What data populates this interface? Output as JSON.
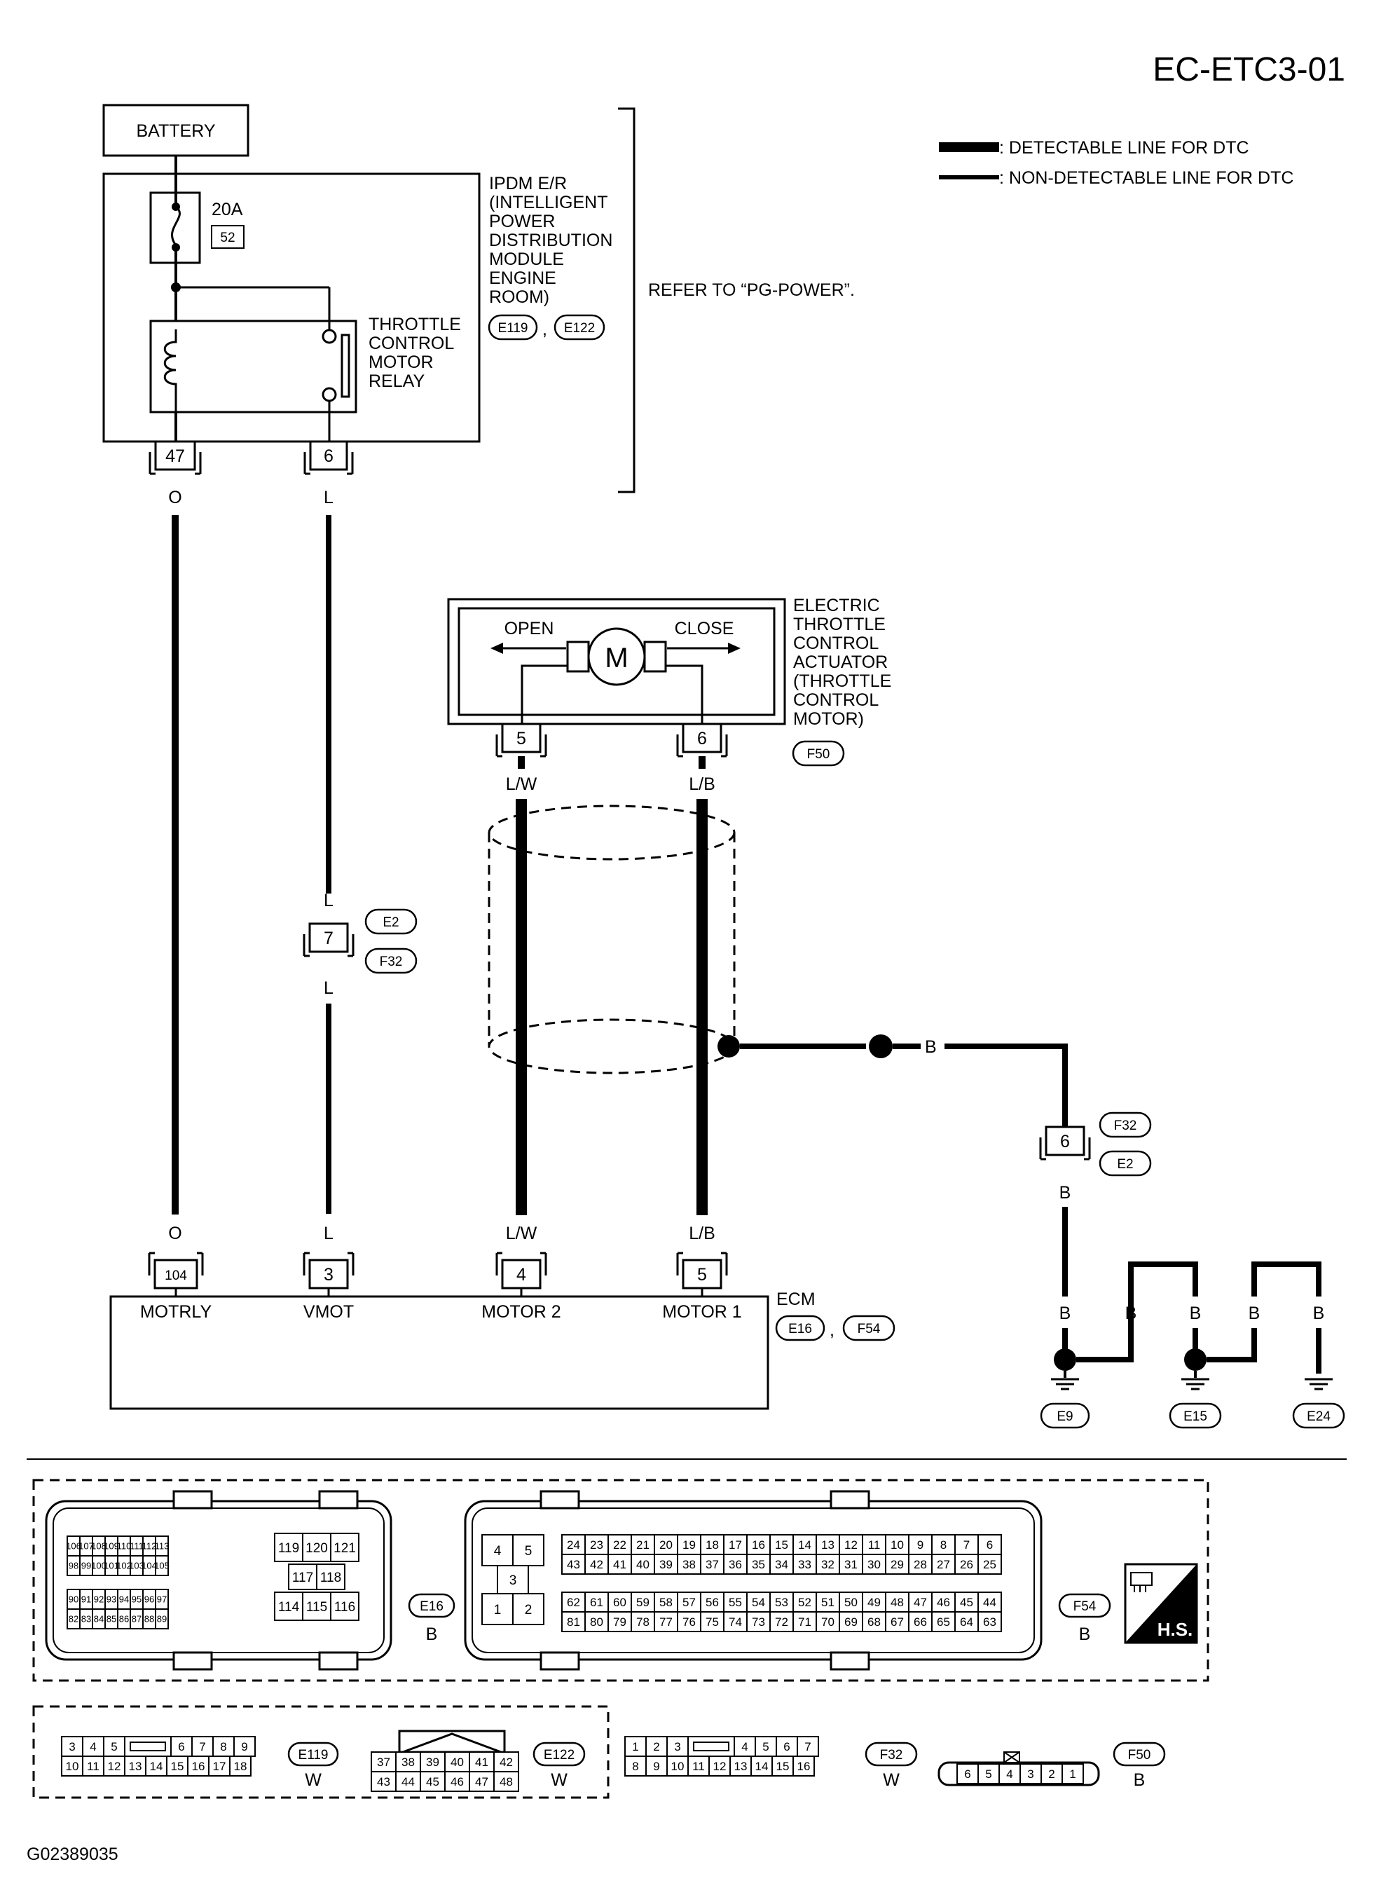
{
  "header": {
    "page_code": "EC-ETC3-01",
    "figure_id": "G02389035"
  },
  "legend": {
    "detectable": ": DETECTABLE LINE FOR DTC",
    "non_detectable": ": NON-DETECTABLE LINE FOR DTC"
  },
  "battery": {
    "label": "BATTERY"
  },
  "ipdm": {
    "fuse_rating": "20A",
    "fuse_number": "52",
    "name_lines": [
      "IPDM E/R",
      "(INTELLIGENT",
      "POWER",
      "DISTRIBUTION",
      "MODULE",
      "ENGINE",
      "ROOM)"
    ],
    "connectors": [
      "E119",
      "E122"
    ],
    "refer_note": "REFER TO “PG-POWER”.",
    "relay_lines": [
      "THROTTLE",
      "CONTROL",
      "MOTOR",
      "RELAY"
    ],
    "pin_left": "47",
    "pin_right": "6"
  },
  "actuator": {
    "name_lines": [
      "ELECTRIC",
      "THROTTLE",
      "CONTROL",
      "ACTUATOR",
      "(THROTTLE",
      "CONTROL",
      "MOTOR)"
    ],
    "connector": "F50",
    "open_label": "OPEN",
    "close_label": "CLOSE",
    "motor_symbol": "M",
    "pin_left": "5",
    "pin_right": "6"
  },
  "wires": {
    "o": "O",
    "l": "L",
    "lw": "L/W",
    "lb": "L/B",
    "b": "B"
  },
  "junctions": {
    "e2_f32": {
      "pin": "7",
      "top": "E2",
      "bottom": "F32"
    },
    "f32_e2": {
      "pin": "6",
      "top": "F32",
      "bottom": "E2"
    }
  },
  "ecm": {
    "label": "ECM",
    "connectors": [
      "E16",
      "F54"
    ],
    "pins": [
      {
        "num": "104",
        "name": "MOTRLY"
      },
      {
        "num": "3",
        "name": "VMOT"
      },
      {
        "num": "4",
        "name": "MOTOR 2"
      },
      {
        "num": "5",
        "name": "MOTOR 1"
      }
    ]
  },
  "grounds": [
    "E9",
    "E15",
    "E24"
  ],
  "connector_views": {
    "e16": {
      "id": "E16",
      "color": "B",
      "row1": [
        "106",
        "107",
        "108",
        "109",
        "110",
        "111",
        "112",
        "113"
      ],
      "row2": [
        "98",
        "99",
        "100",
        "101",
        "102",
        "103",
        "104",
        "105"
      ],
      "row3": [
        "90",
        "91",
        "92",
        "93",
        "94",
        "95",
        "96",
        "97"
      ],
      "row4": [
        "82",
        "83",
        "84",
        "85",
        "86",
        "87",
        "88",
        "89"
      ],
      "mid_top": [
        "119",
        "120",
        "121"
      ],
      "mid_mid": [
        "117",
        "118"
      ],
      "mid_bot": [
        "114",
        "115",
        "116"
      ]
    },
    "f54": {
      "id": "F54",
      "color": "B",
      "small_top": [
        "4",
        "5"
      ],
      "small_mid": "3",
      "small_bot": [
        "1",
        "2"
      ],
      "row1": [
        "24",
        "23",
        "22",
        "21",
        "20",
        "19",
        "18",
        "17",
        "16",
        "15",
        "14",
        "13",
        "12",
        "11",
        "10",
        "9",
        "8",
        "7",
        "6"
      ],
      "row2": [
        "43",
        "42",
        "41",
        "40",
        "39",
        "38",
        "37",
        "36",
        "35",
        "34",
        "33",
        "32",
        "31",
        "30",
        "29",
        "28",
        "27",
        "26",
        "25"
      ],
      "row3": [
        "62",
        "61",
        "60",
        "59",
        "58",
        "57",
        "56",
        "55",
        "54",
        "53",
        "52",
        "51",
        "50",
        "49",
        "48",
        "47",
        "46",
        "45",
        "44"
      ],
      "row4": [
        "81",
        "80",
        "79",
        "78",
        "77",
        "76",
        "75",
        "74",
        "73",
        "72",
        "71",
        "70",
        "69",
        "68",
        "67",
        "66",
        "65",
        "64",
        "63"
      ]
    },
    "hs_badge": "H.S.",
    "e119": {
      "id": "E119",
      "color": "W",
      "row1": [
        "3",
        "4",
        "5",
        "",
        "6",
        "7",
        "8",
        "9"
      ],
      "row2": [
        "10",
        "11",
        "12",
        "13",
        "14",
        "15",
        "16",
        "17",
        "18"
      ]
    },
    "e122": {
      "id": "E122",
      "color": "W",
      "row1": [
        "37",
        "38",
        "39",
        "40",
        "41",
        "42"
      ],
      "row2": [
        "43",
        "44",
        "45",
        "46",
        "47",
        "48"
      ]
    },
    "f32": {
      "id": "F32",
      "color": "W",
      "row1": [
        "1",
        "2",
        "3",
        "",
        "4",
        "5",
        "6",
        "7"
      ],
      "row2": [
        "8",
        "9",
        "10",
        "11",
        "12",
        "13",
        "14",
        "15",
        "16"
      ]
    },
    "f50": {
      "id": "F50",
      "color": "B",
      "row": [
        "6",
        "5",
        "4",
        "3",
        "2",
        "1"
      ]
    }
  }
}
